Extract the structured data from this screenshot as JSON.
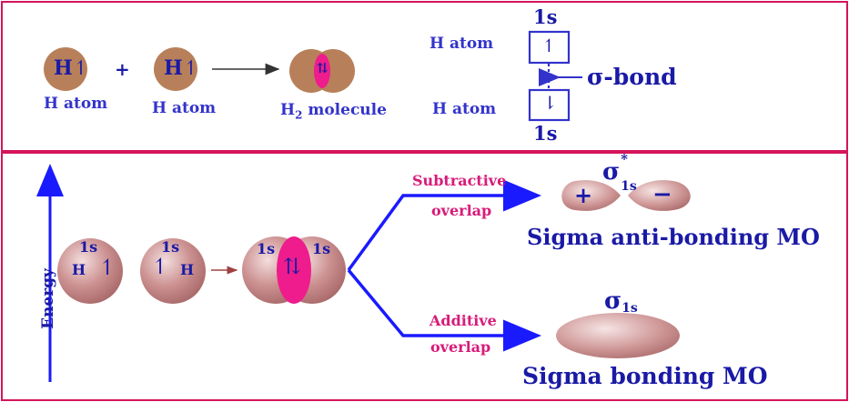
{
  "colors": {
    "frame": "#d4145a",
    "text_blue": "#3333cc",
    "text_navy": "#1a1aa6",
    "overlap_label": "#d81b7a",
    "atom_fill_top": "#b8805a",
    "lobe_overlap": "#ee1c8c",
    "sphere": "#c98a8a",
    "arrow": "#1a1aff"
  },
  "top_panel": {
    "atom_symbol": "H",
    "plus_sign": "+",
    "atom_label": "H atom",
    "molecule_label_prefix": "H",
    "molecule_label_subscript": "2",
    "molecule_label_suffix": "molecule",
    "orbital_label": "1s",
    "bond_label": "σ-bond",
    "spin_up": "↿",
    "spin_down": "⇂",
    "paired_spins": "⇅"
  },
  "bottom_panel": {
    "axis_label": "Energy",
    "atom_symbol": "H",
    "orbital_label": "1s",
    "spin_up": "↿",
    "paired_spins": "⇅",
    "subtractive_line1": "Subtractive",
    "subtractive_line2": "overlap",
    "additive_line1": "Additive",
    "additive_line2": "overlap",
    "antibonding_symbol": "σ",
    "antibonding_sup": "*",
    "antibonding_sub": "1s",
    "bonding_symbol": "σ",
    "bonding_sub": "1s",
    "plus_sign": "+",
    "minus_sign": "−",
    "antibonding_label": "Sigma anti-bonding MO",
    "bonding_label": "Sigma bonding MO"
  }
}
